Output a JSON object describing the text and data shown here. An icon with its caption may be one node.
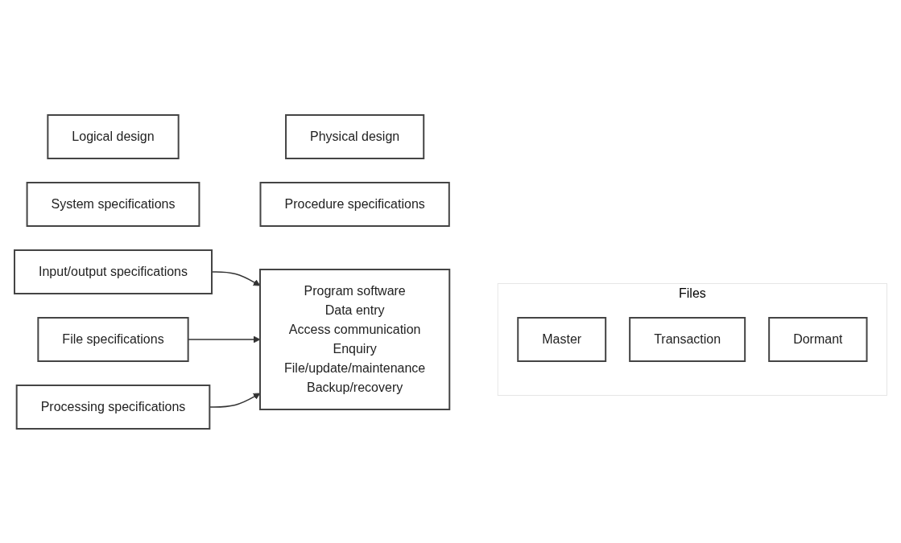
{
  "diagram": {
    "nodes": [
      {
        "text": [
          "Logical design"
        ]
      },
      {
        "text": [
          "Physical design"
        ]
      },
      {
        "text": [
          "System specifications"
        ]
      },
      {
        "text": [
          "Procedure specifications"
        ]
      },
      {
        "text": [
          "Input/output specifications"
        ]
      },
      {
        "text": [
          "File specifications"
        ]
      },
      {
        "text": [
          "Processing specifications"
        ]
      },
      {
        "text": [
          "Program software",
          "Data entry",
          "Access communication",
          "Enquiry",
          "File/update/maintenance",
          "Backup/recovery"
        ]
      },
      {
        "text": [
          "Files"
        ]
      },
      {
        "text": [
          "Master"
        ],
        "in": 8
      },
      {
        "text": [
          "Transaction"
        ],
        "in": 8
      },
      {
        "text": [
          "Dormant"
        ],
        "in": 8
      }
    ],
    "edges": [
      {
        "from": 4,
        "to": 7,
        "arrow": "to"
      },
      {
        "from": 5,
        "to": 7,
        "arrow": "to"
      },
      {
        "from": 6,
        "to": 7,
        "arrow": "to"
      }
    ]
  }
}
